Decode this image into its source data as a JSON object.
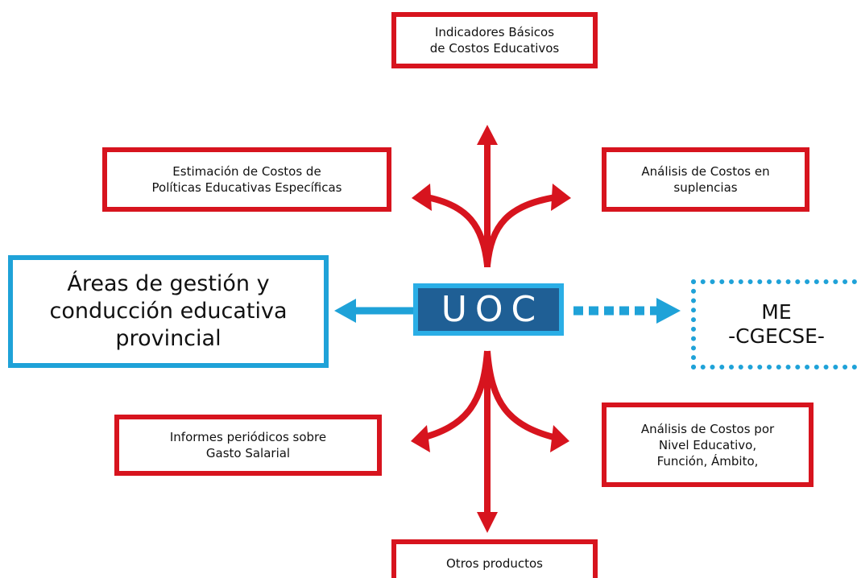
{
  "center": {
    "label": "UOC"
  },
  "left_box": {
    "text": "Áreas de gestión y\nconducción educativa\nprovincial"
  },
  "right_box": {
    "text": "ME\n-CGECSE-"
  },
  "top_box": {
    "text": "Indicadores Básicos\nde Costos Educativos"
  },
  "upper_left_box": {
    "text": "Estimación de Costos de\nPolíticas Educativas Específicas"
  },
  "upper_right_box": {
    "text": "Análisis de Costos en\nsuplencias"
  },
  "lower_left_box": {
    "text": "Informes periódicos sobre\nGasto Salarial"
  },
  "lower_right_box": {
    "text": "Análisis de Costos por\nNivel Educativo,\nFunción, Ámbito,"
  },
  "bottom_box": {
    "text": "Otros productos"
  },
  "colors": {
    "red_border": "#d7141e",
    "blue_border": "#1fa2d8",
    "uoc_fill": "#1f5f95"
  }
}
